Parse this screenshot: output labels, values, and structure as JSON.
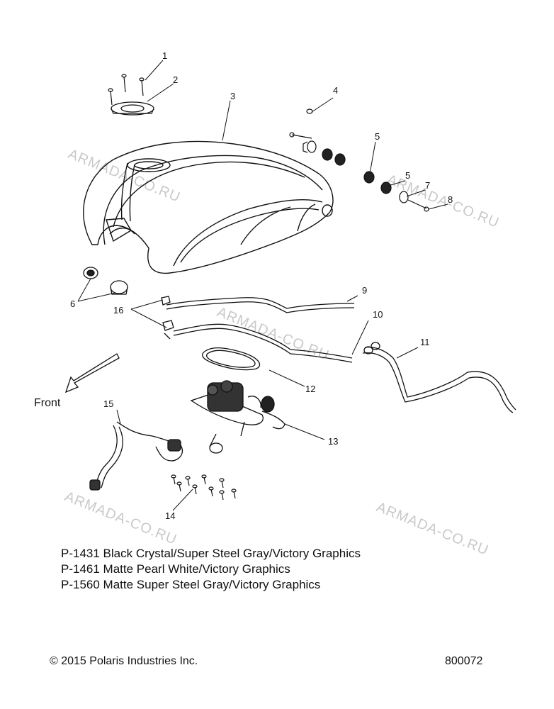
{
  "callouts": [
    "1",
    "2",
    "3",
    "4",
    "5",
    "5",
    "7",
    "8",
    "9",
    "10",
    "11",
    "12",
    "13",
    "14",
    "15",
    "16",
    "6"
  ],
  "front_label": "Front",
  "watermark": "ARMADA-CO.RU",
  "notes": [
    "P-1431 Black Crystal/Super Steel Gray/Victory Graphics",
    "P-1461 Matte Pearl White/Victory Graphics",
    "P-1560 Matte Super Steel Gray/Victory Graphics"
  ],
  "copyright": "© 2015 Polaris Industries Inc.",
  "diagram_number": "800072"
}
